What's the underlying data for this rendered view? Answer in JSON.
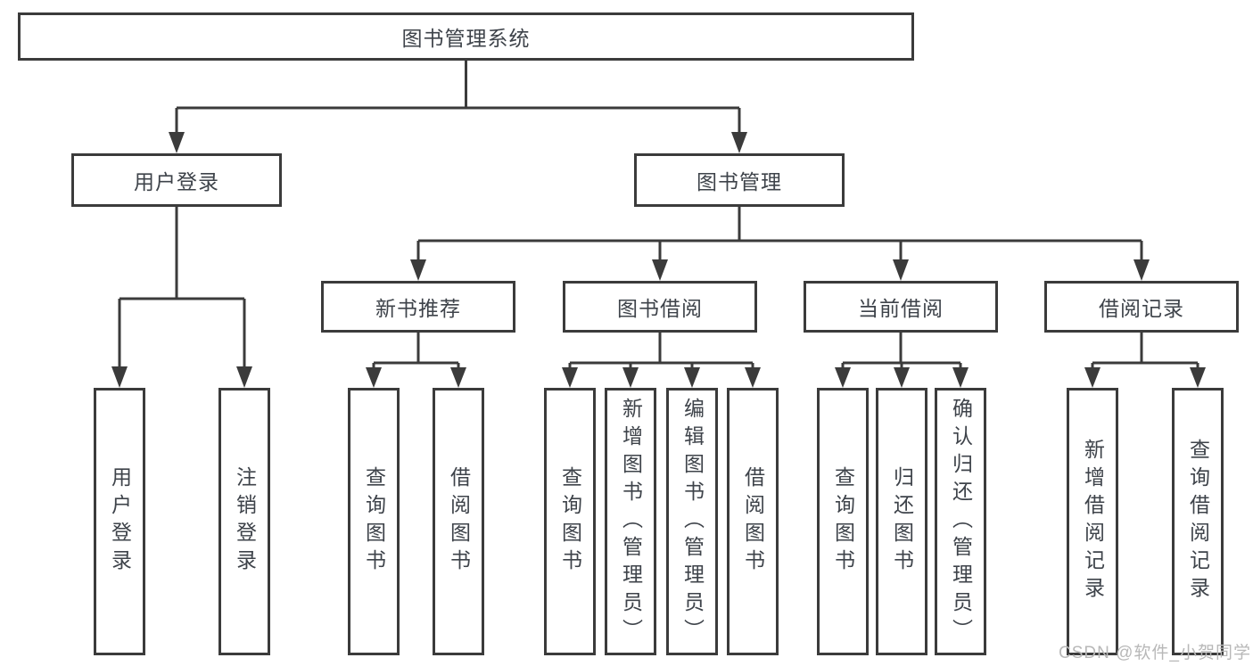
{
  "page": {
    "background": "#ffffff",
    "line_color": "#3b3b3b",
    "box_border_color": "#3b3b3b",
    "text_color": "#3e434a"
  },
  "diagram": {
    "title": "图书管理系统",
    "root": {
      "label": "图书管理系统"
    },
    "level2": [
      {
        "label": "用户登录"
      },
      {
        "label": "图书管理"
      }
    ],
    "level3": [
      {
        "label": "新书推荐",
        "parent": "图书管理"
      },
      {
        "label": "图书借阅",
        "parent": "图书管理"
      },
      {
        "label": "当前借阅",
        "parent": "图书管理"
      },
      {
        "label": "借阅记录",
        "parent": "图书管理"
      }
    ],
    "leaves": [
      {
        "label": "用户登录",
        "parent": "用户登录"
      },
      {
        "label": "注销登录",
        "parent": "用户登录"
      },
      {
        "label": "查询图书",
        "parent": "新书推荐"
      },
      {
        "label": "借阅图书",
        "parent": "新书推荐"
      },
      {
        "label": "查询图书",
        "parent": "图书借阅"
      },
      {
        "label": "新增图书（管理员）",
        "parent": "图书借阅"
      },
      {
        "label": "编辑图书（管理员）",
        "parent": "图书借阅"
      },
      {
        "label": "借阅图书",
        "parent": "图书借阅"
      },
      {
        "label": "查询图书",
        "parent": "当前借阅"
      },
      {
        "label": "归还图书",
        "parent": "当前借阅"
      },
      {
        "label": "确认归还（管理员）",
        "parent": "当前借阅"
      },
      {
        "label": "新增借阅记录",
        "parent": "借阅记录"
      },
      {
        "label": "查询借阅记录",
        "parent": "借阅记录"
      }
    ]
  },
  "watermark": {
    "text": "CSDN @软件_小贺同学",
    "color": "#b8b8b8"
  }
}
